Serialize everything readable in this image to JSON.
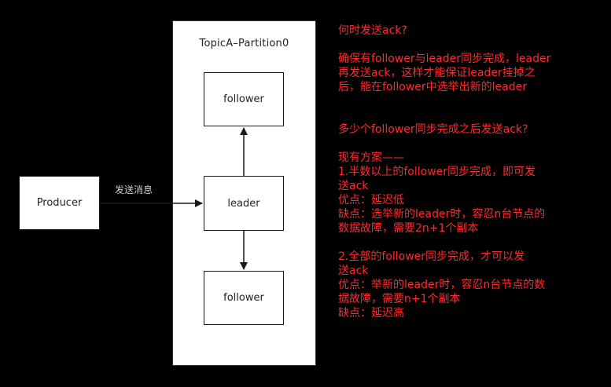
{
  "diagram": {
    "partition_title": "TopicA–Partition0",
    "nodes": {
      "producer": "Producer",
      "follower_top": "follower",
      "leader": "leader",
      "follower_bottom": "follower"
    },
    "edges": {
      "producer_to_leader_label": "发送消息"
    }
  },
  "notes": {
    "q1": "何时发送ack?",
    "a1": "确保有follower与leader同步完成，leader\n再发送ack，这样才能保证leader挂掉之\n后，能在follower中选举出新的leader",
    "q2": "多少个follower同步完成之后发送ack?",
    "plan_heading": "现有方案——",
    "plan1": "1.半数以上的follower同步完成，即可发\n送ack",
    "plan1_pro": "优点：延迟低",
    "plan1_con": "缺点：选举新的leader时，容忍n台节点的\n数据故障，需要2n+1个副本",
    "plan2": "2.全部的follower同步完成，才可以发\n送ack",
    "plan2_pro": "优点：举新的leader时，容忍n台节点的数\n据故障，需要n+1个副本",
    "plan2_con": "缺点：延迟高"
  },
  "colors": {
    "background": "#000000",
    "box": "#ffffff",
    "note_text": "#ff2a2a",
    "edge": "#1a1a1a"
  }
}
